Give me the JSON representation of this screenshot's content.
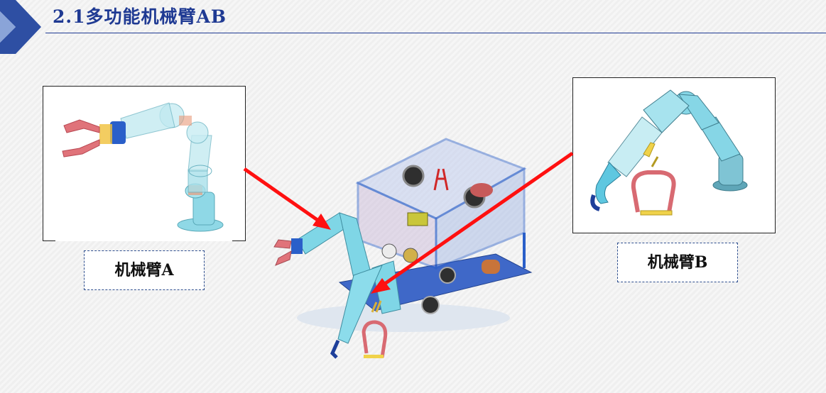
{
  "header": {
    "title": "2.1多功能机械臂AB"
  },
  "labels": {
    "arm_a": "机械臂A",
    "arm_b": "机械臂B"
  },
  "colors": {
    "title_blue": "#1f3a93",
    "accent_arrow": "#ff1010",
    "arm_cyan": "#7fd6e6",
    "gripper_red": "#e0737a",
    "frame_blue": "#2a5fc9"
  },
  "icons": {
    "header_marker": "chevron-right-icon"
  }
}
